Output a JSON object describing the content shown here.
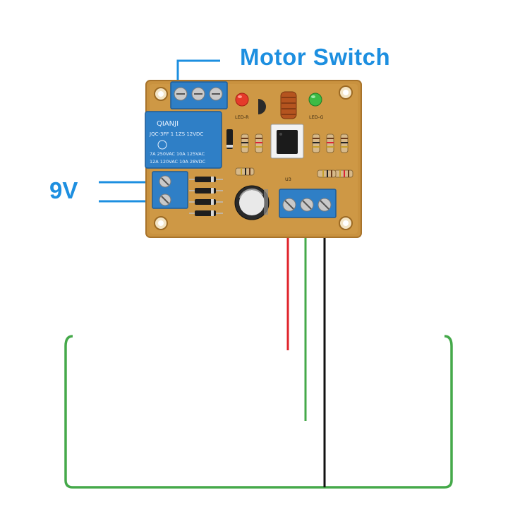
{
  "annotations": {
    "motor_switch_label": "Motor Switch",
    "supply_label": "9V"
  },
  "board": {
    "relay_brand": "QIANJI",
    "relay_model": "JQC-3FF 1 1ZS 12VDC",
    "relay_rating_1": "7A 250VAC  10A 125VAC",
    "relay_rating_2": "12A 120VAC  10A 28VDC",
    "led_red_label": "LED-R",
    "led_green_label": "LED-G",
    "ic_label": "U3"
  },
  "colors": {
    "annotation_blue": "#1d8fe0",
    "pcb": "#c9923f",
    "terminal_blue": "#2f7fc6",
    "wire_red": "#e0232b",
    "wire_green": "#45a94a",
    "wire_black": "#111111",
    "tank_outline": "#45a94a"
  }
}
